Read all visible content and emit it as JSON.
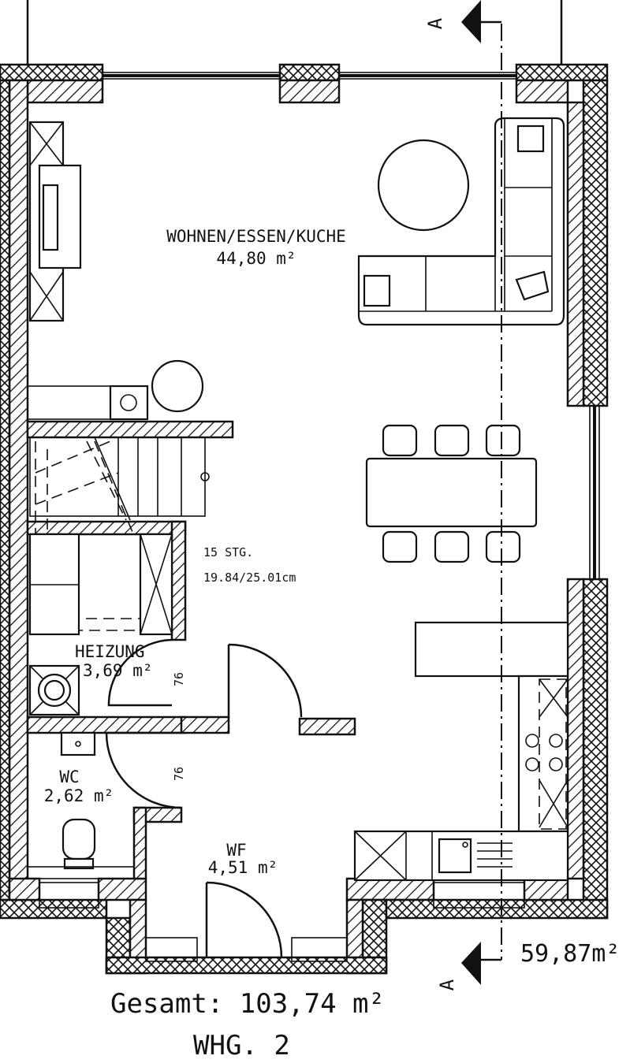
{
  "plan": {
    "rooms": {
      "living": {
        "name": "WOHNEN/ESSEN/KUCHE",
        "area": "44,80 m²"
      },
      "heating": {
        "name": "HEIZUNG",
        "area": "3,69 m²"
      },
      "wc": {
        "name": "WC",
        "area": "2,62 m²"
      },
      "hall": {
        "name": "WF",
        "area": "4,51 m²"
      }
    },
    "stairs": {
      "steps": "15 STG.",
      "dimensions": "19.84/25.01cm"
    },
    "door_widths": [
      "76",
      "76"
    ],
    "section_marker": "A",
    "floor_total": "59,87m²",
    "grand_total": "Gesamt: 103,74 m²",
    "unit_label": "WHG. 2"
  }
}
